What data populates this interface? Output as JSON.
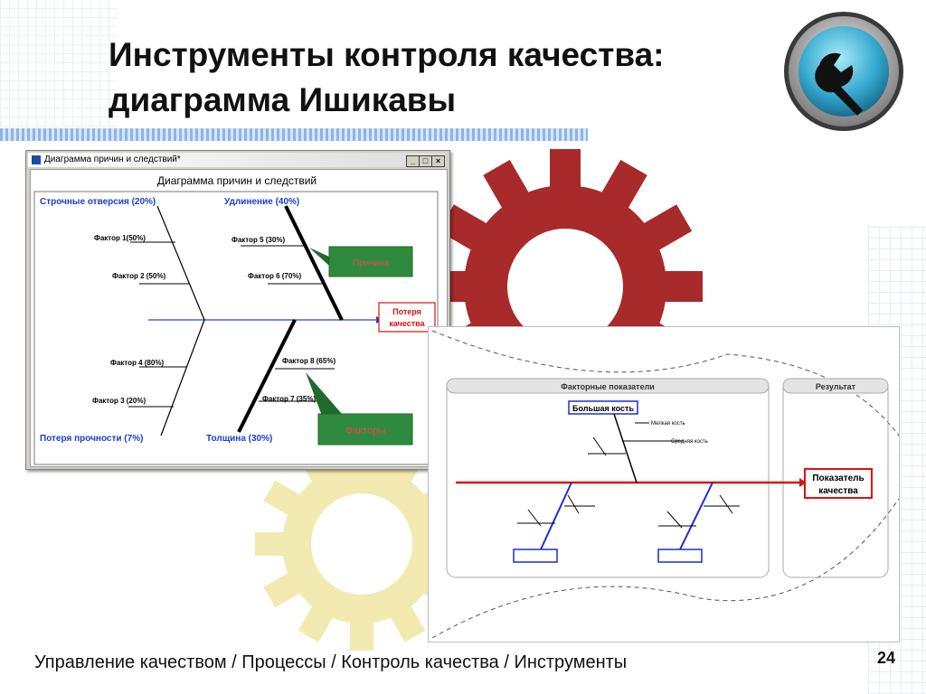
{
  "slide": {
    "title_line1": "Инструменты контроля качества:",
    "title_line2": "диаграмма Ишикавы",
    "footer": "Управление качеством / Процессы / Контроль качества / Инструменты",
    "page_number": "24"
  },
  "window1": {
    "title": "Диаграмма причин и следствий*",
    "btn_min": "_",
    "btn_max": "□",
    "btn_close": "×",
    "diagram_title": "Диаграмма причин и следствий",
    "top_left_cause": "Строчные отверсия (20%)",
    "top_right_cause": "Удлинение (40%)",
    "bottom_left_cause": "Потеря прочности (7%)",
    "bottom_right_cause": "Толщина (30%)",
    "factors": {
      "f1": "Фактор 1(50%)",
      "f2": "Фактор 2 (50%)",
      "f5": "Фактор 5 (30%)",
      "f6": "Фактор 6 (70%)",
      "f4": "Фактор 4 (80%)",
      "f3": "Фактор 3 (20%)",
      "f8": "Фактор 8 (65%)",
      "f7": "Фактор 7 (35%)"
    },
    "effect_line1": "Потеря",
    "effect_line2": "качества",
    "callout_cause": "Причина",
    "callout_factors": "Факторы"
  },
  "window2": {
    "factors_header": "Факторные показатели",
    "result_header": "Результат",
    "big_bone": "Большая кость",
    "small_bone": "Мелкая кость",
    "medium_bone": "Средняя кость",
    "result_line1": "Показатель",
    "result_line2": "качества"
  },
  "colors": {
    "gear_red": "#a82a2a",
    "gear_yellow": "#f2eab0",
    "callout_green": "#2e8b3e",
    "cause_blue": "#1a3fcc",
    "effect_red": "#dd1111"
  },
  "icons": {
    "logo": "wrench-icon",
    "window": "window-icon"
  }
}
